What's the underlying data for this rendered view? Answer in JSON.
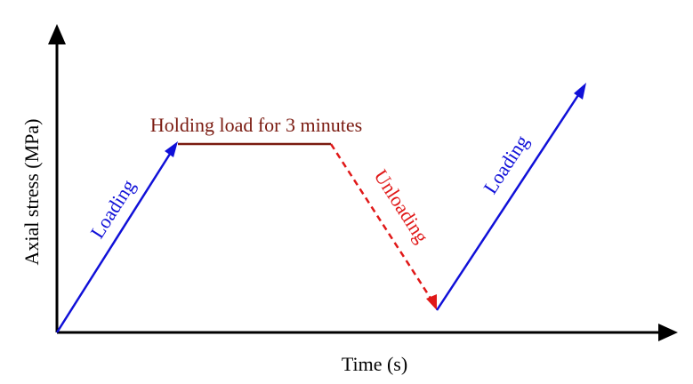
{
  "axes": {
    "y_label": "Axial stress (MPa)",
    "x_label": "Time (s)"
  },
  "segments": {
    "loading_1": {
      "label": "Loading",
      "color": "#1010d8",
      "style": "solid arrow"
    },
    "holding": {
      "label": "Holding load for 3 minutes",
      "color": "#7a1a10",
      "style": "solid line"
    },
    "unloading": {
      "label": "Unloading",
      "color": "#e01818",
      "style": "dashed arrow"
    },
    "loading_2": {
      "label": "Loading",
      "color": "#1010d8",
      "style": "solid arrow"
    }
  },
  "axis_color": "#000000"
}
